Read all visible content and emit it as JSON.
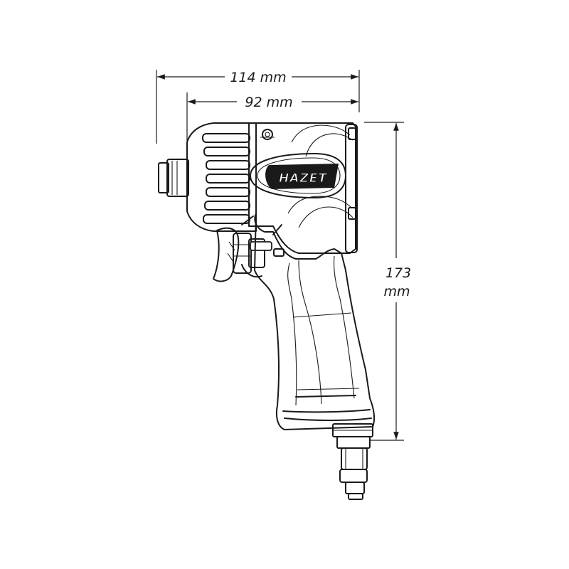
{
  "dimensions": {
    "overall_length": "114 mm",
    "body_length": "92 mm",
    "height_value": "173",
    "height_unit": "mm"
  },
  "brand": {
    "logo_text": "HAZET"
  },
  "colors": {
    "line": "#1a1a1a",
    "background": "#ffffff"
  }
}
